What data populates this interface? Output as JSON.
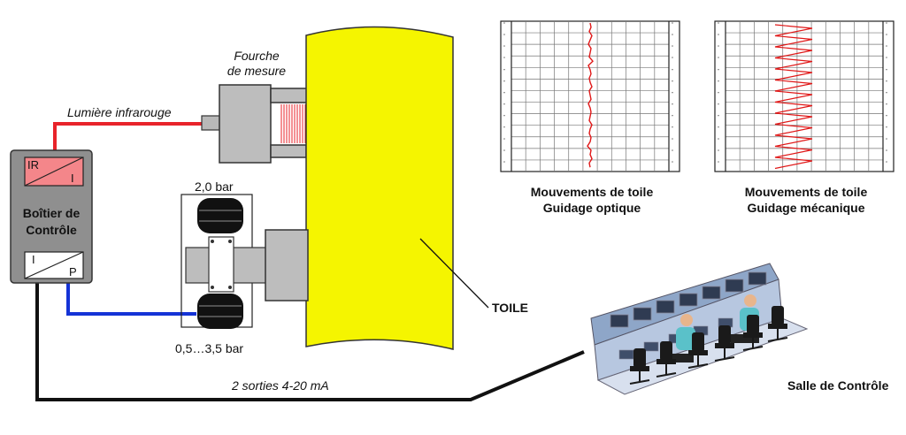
{
  "controller": {
    "title_line1": "Boîtier de",
    "title_line2": "Contrôle",
    "module_top": {
      "left": "IR",
      "right": "I"
    },
    "module_bottom": {
      "left": "I",
      "right": "P"
    }
  },
  "fork": {
    "label_line1": "Fourche",
    "label_line2": "de mesure"
  },
  "ir_light_label": "Lumière infrarouge",
  "actuator": {
    "top_pressure": "2,0 bar",
    "bottom_pressure": "0,5…3,5 bar"
  },
  "web_label": "TOILE",
  "outputs_label": "2 sorties 4-20 mA",
  "control_room_label": "Salle de Contrôle",
  "charts": [
    {
      "line1": "Mouvements de toile",
      "line2": "Guidage optique"
    },
    {
      "line1": "Mouvements de toile",
      "line2": "Guidage mécanique"
    }
  ],
  "colors": {
    "web_yellow": "#f5f500",
    "ir_red": "#e8232a",
    "air_blue": "#1433d6",
    "signal_black": "#111111",
    "trace_red": "#e01818",
    "module_pink": "#f4868a",
    "housing_gray": "#bdbdbd"
  }
}
